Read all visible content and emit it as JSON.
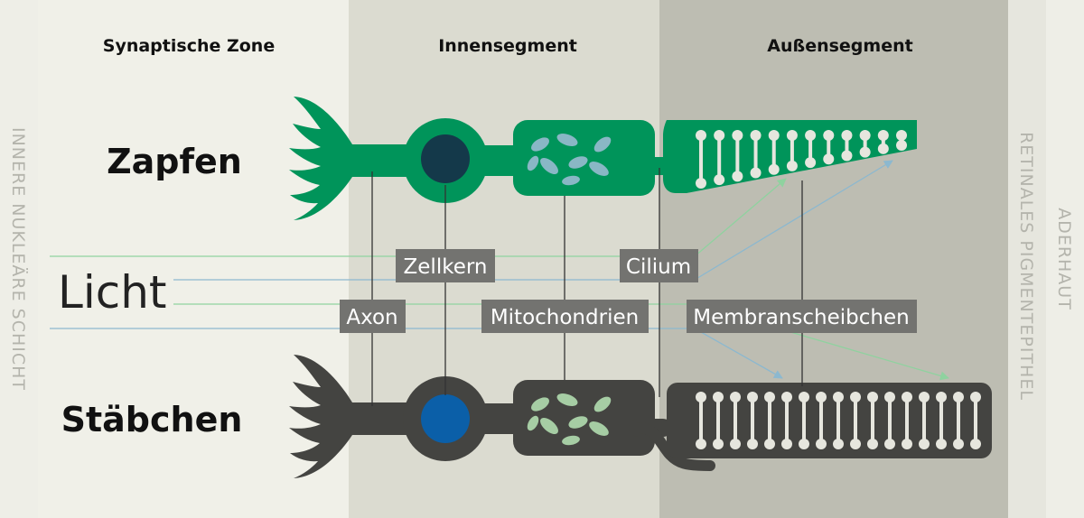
{
  "colors": {
    "background": "#eeeee7",
    "synaptic_zone_bg": "#f0f0e8",
    "inner_segment_bg": "#dbdbd0",
    "outer_segment_bg": "#bdbdb2",
    "pigment_bg": "#e6e6de",
    "cone": "#00945a",
    "cone_nucleus": "#14394a",
    "cone_mitochondria": "#89b7c5",
    "rod": "#444441",
    "rod_nucleus": "#0b5fa8",
    "rod_mitochondria": "#a6cda4",
    "disc": "#e6e6de",
    "light_green": "#8fd29f",
    "light_blue": "#8cb8cf",
    "callout_bg": "#737370",
    "side_text": "#b4b4ac"
  },
  "zones": {
    "synaptic": "Synaptische Zone",
    "inner": "Innensegment",
    "outer": "Außensegment"
  },
  "rows": {
    "cone": "Zapfen",
    "rod": "Stäbchen"
  },
  "light_label": "Licht",
  "side_labels": {
    "inner_nuclear": "INNERE NUKLEÄRE SCHICHT",
    "pigment": "RETINALES PIGMENTEPITHEL",
    "choroid": "ADERHAUT"
  },
  "callouts": {
    "nucleus": "Zellkern",
    "cilium": "Cilium",
    "axon": "Axon",
    "mitochondria": "Mitochondrien",
    "discs": "Membranscheibchen"
  }
}
